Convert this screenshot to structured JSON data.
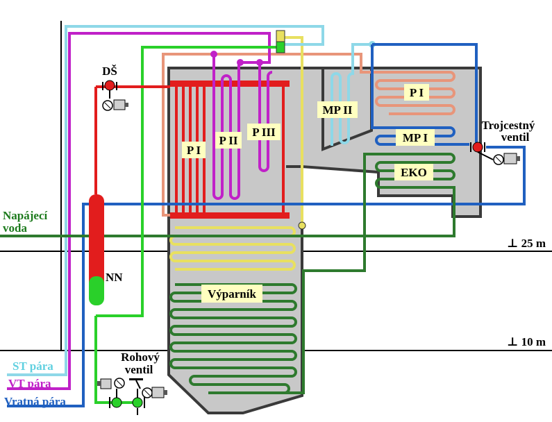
{
  "labels": {
    "ds": "DŠ",
    "p1_left": "P I",
    "p2": "P II",
    "p3": "P III",
    "mp2": "MP II",
    "p1_right": "P I",
    "mp1": "MP I",
    "eko": "EKO",
    "trojcestny_1": "Trojcestný",
    "trojcestny_2": "ventil",
    "napajeci_1": "Napájecí",
    "napajeci_2": "voda",
    "level_25": "⊥ 25 m",
    "nn": "NN",
    "vyparnik": "Výparník",
    "level_10": "⊥ 10 m",
    "rohovy_1": "Rohový",
    "rohovy_2": "ventil",
    "st_para": "ST pára",
    "vt_para": "VT pára",
    "vratna_para": "Vratná pára"
  },
  "colors": {
    "boiler_fill": "#c8c8c8",
    "boiler_stroke": "#3a3a3a",
    "superheater_red": "#e21d1d",
    "salmon": "#e8957a",
    "magenta": "#c021c8",
    "yellow": "#e8e060",
    "light_blue": "#8ed8e8",
    "mid_blue": "#2060c0",
    "dark_green": "#2e7a2e",
    "bright_green": "#2ad02a",
    "label_bg": "#ffffc0",
    "label_green": "#1c7a1c",
    "st_label": "#60d0e0",
    "vt_label": "#c021c8",
    "vratna_label": "#2060c0"
  }
}
